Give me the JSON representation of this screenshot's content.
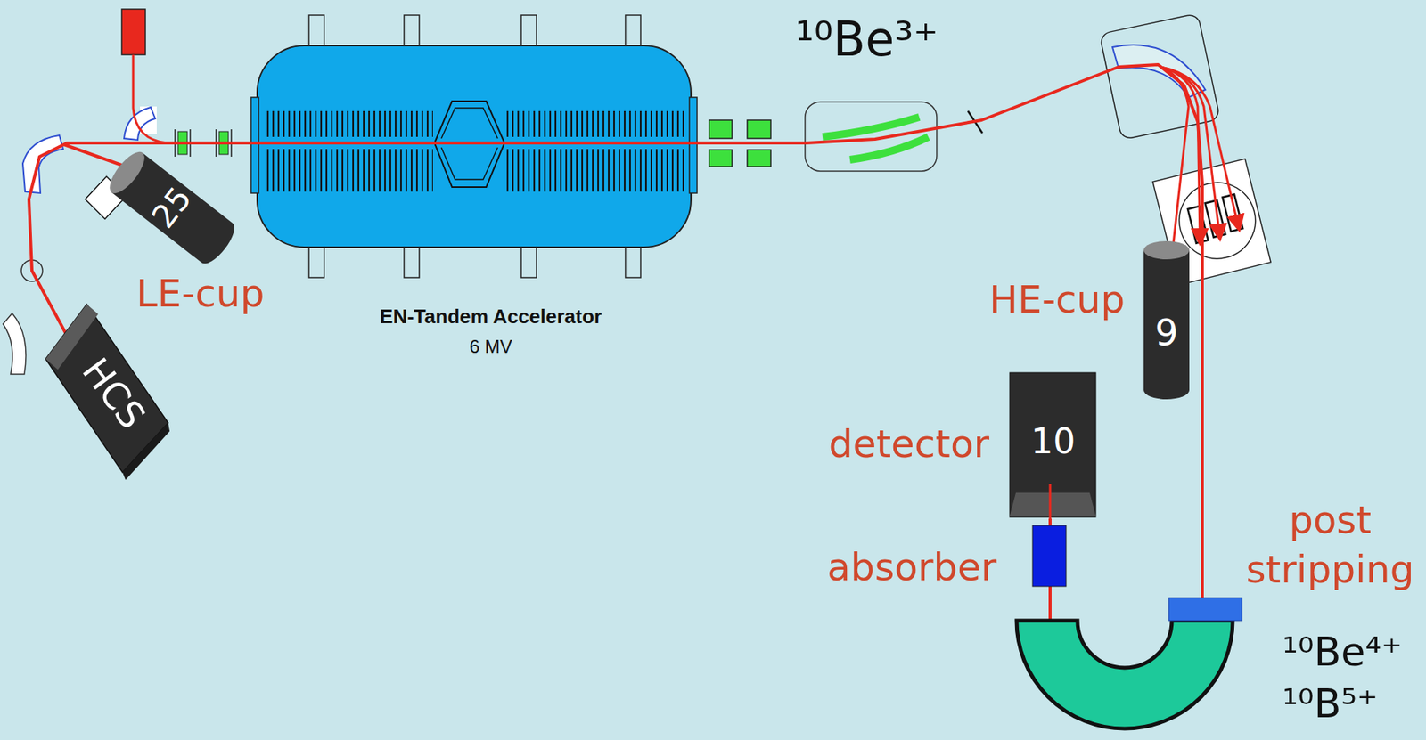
{
  "diagram": {
    "nodes": [
      {
        "text": [
          "HCS"
        ]
      },
      {
        "text": [
          "25"
        ]
      },
      {
        "text": [
          "9"
        ]
      },
      {
        "text": [
          "10"
        ]
      }
    ],
    "edges": [
      {
        "from": 0,
        "to": 3,
        "arrow": "none"
      }
    ],
    "labels": [
      "LE-cup",
      "EN-Tandem Accelerator",
      "6 MV",
      "¹⁰Be³⁺",
      "HE-cup",
      "detector",
      "absorber",
      "post stripping",
      "¹⁰Be⁴⁺",
      "¹⁰B⁵⁺"
    ]
  }
}
